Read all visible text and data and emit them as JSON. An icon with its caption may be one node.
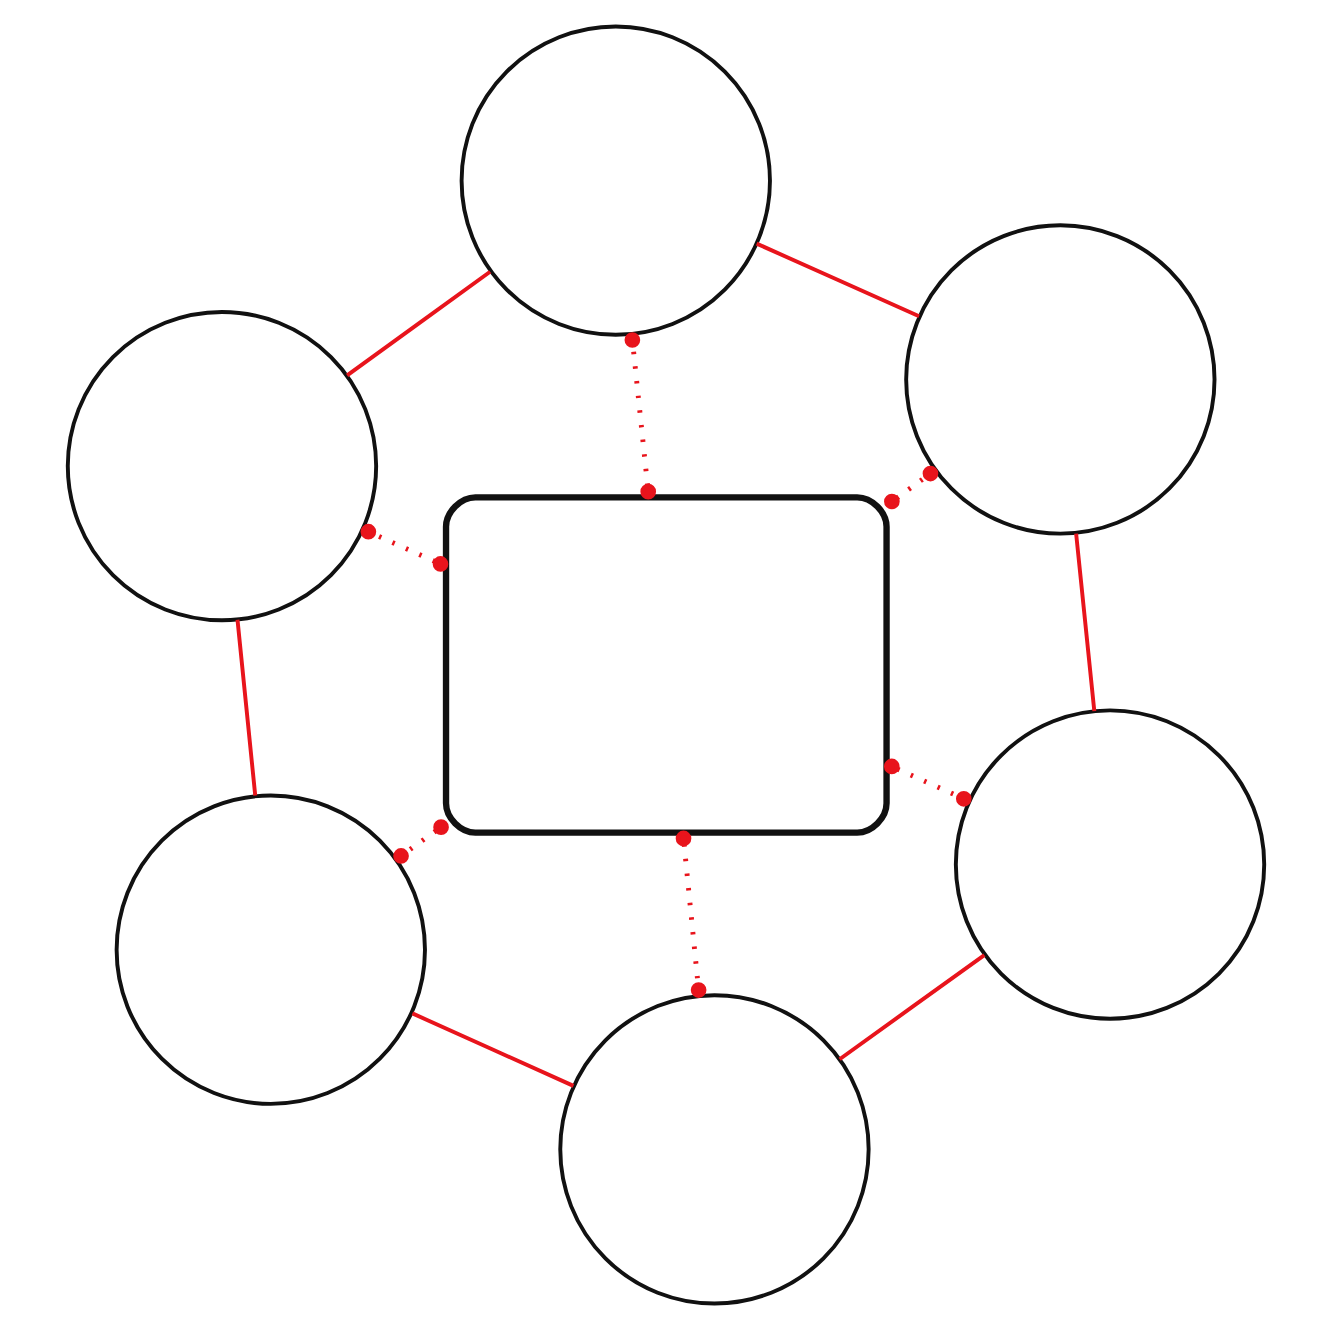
{
  "diagram": {
    "nodes": [
      {
        "text": [],
        "shape": "circle"
      },
      {
        "text": [],
        "shape": "circle"
      },
      {
        "text": [],
        "shape": "circle"
      },
      {
        "text": [],
        "shape": "box"
      },
      {
        "text": [],
        "shape": "circle"
      },
      {
        "text": [],
        "shape": "circle"
      },
      {
        "text": [],
        "shape": "circle"
      }
    ],
    "edges": [
      {
        "from": 3,
        "to": 0,
        "arrow": "other",
        "style": "dashed",
        "color": "#e8141c"
      },
      {
        "from": 3,
        "to": 1,
        "arrow": "other",
        "style": "dashed",
        "color": "#e8141c"
      },
      {
        "from": 3,
        "to": 2,
        "arrow": "other",
        "style": "dashed",
        "color": "#e8141c"
      },
      {
        "from": 3,
        "to": 4,
        "arrow": "other",
        "style": "dashed",
        "color": "#e8141c"
      },
      {
        "from": 3,
        "to": 5,
        "arrow": "other",
        "style": "dashed",
        "color": "#e8141c"
      },
      {
        "from": 3,
        "to": 6,
        "arrow": "other",
        "style": "dashed",
        "color": "#e8141c"
      },
      {
        "from": 0,
        "to": 2,
        "arrow": "none",
        "color": "#e8141c"
      },
      {
        "from": 2,
        "to": 5,
        "arrow": "none",
        "color": "#e8141c"
      },
      {
        "from": 5,
        "to": 6,
        "arrow": "none",
        "color": "#e8141c"
      },
      {
        "from": 6,
        "to": 4,
        "arrow": "none",
        "color": "#e8141c"
      },
      {
        "from": 4,
        "to": 1,
        "arrow": "none",
        "color": "#e8141c"
      },
      {
        "from": 1,
        "to": 0,
        "arrow": "none",
        "color": "#e8141c"
      }
    ]
  }
}
